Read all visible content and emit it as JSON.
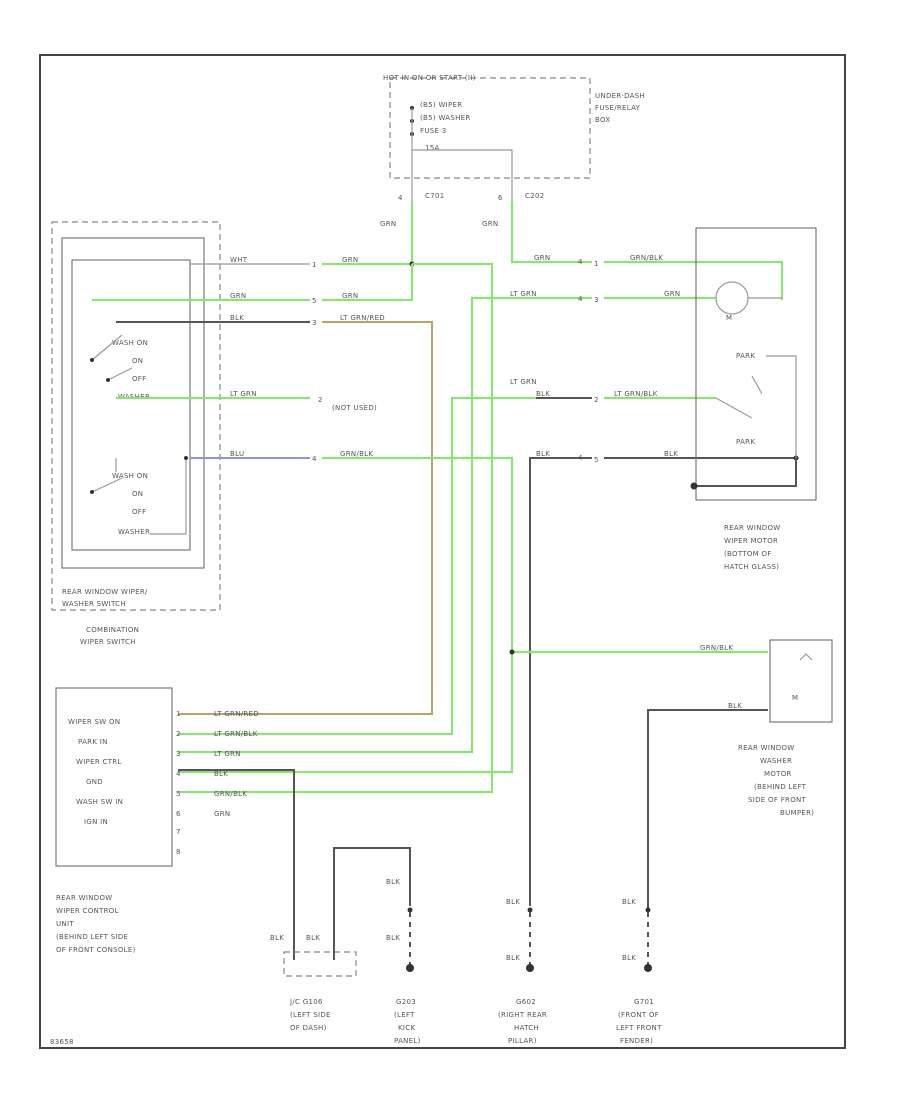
{
  "underhood_box": {
    "hot_label": "HOT IN ON OR START (II)",
    "fuse_lines": [
      "(B5) WIPER",
      "(B5) WASHER",
      "FUSE 3",
      "15A"
    ],
    "name_lines": [
      "UNDER-DASH",
      "FUSE/RELAY",
      "BOX"
    ],
    "conn_left": "C701",
    "conn_right": "C202",
    "pin_left": "4",
    "pin_right": "6"
  },
  "wire_labels": {
    "grn": "GRN",
    "wht": "WHT",
    "blk": "BLK",
    "lt_grn": "LT GRN",
    "lt_grn_red": "LT GRN/RED",
    "grn_blk": "GRN/BLK",
    "blu": "BLU",
    "lt_grn_blk": "LT GRN/BLK"
  },
  "switch": {
    "wash_on": "WASH ON",
    "on": "ON",
    "off": "OFF",
    "washer": "WASHER",
    "name_lines": [
      "REAR WINDOW WIPER/",
      "WASHER SWITCH"
    ],
    "combo_lines": [
      "COMBINATION",
      "WIPER SWITCH"
    ]
  },
  "not_used": "(NOT USED)",
  "motor": {
    "park1": "PARK",
    "park2": "PARK",
    "m": "M",
    "name_lines": [
      "REAR WINDOW",
      "WIPER MOTOR",
      "(BOTTOM OF",
      "HATCH GLASS)"
    ]
  },
  "washer_motor": {
    "m": "M",
    "name_lines": [
      "REAR WINDOW",
      "WASHER",
      "MOTOR",
      "(BEHIND LEFT",
      "SIDE OF FRONT",
      "BUMPER)"
    ]
  },
  "control_unit": {
    "terminals": [
      "WIPER SW ON",
      "PARK IN",
      "WIPER CTRL",
      "GND",
      "WASH SW IN",
      "IGN IN"
    ],
    "pins": [
      "1",
      "2",
      "3",
      "4",
      "5",
      "6",
      "7",
      "8"
    ],
    "name_lines": [
      "REAR WINDOW",
      "WIPER CONTROL",
      "UNIT",
      "(BEHIND LEFT SIDE",
      "OF FRONT CONSOLE)"
    ]
  },
  "grounds": {
    "g1_lines": [
      "J/C G106",
      "(LEFT SIDE",
      "OF DASH)"
    ],
    "g2_lines": [
      "G203",
      "(LEFT",
      "KICK",
      "PANEL)"
    ],
    "g3_lines": [
      "G602",
      "(RIGHT REAR",
      "HATCH",
      "PILLAR)"
    ],
    "g4_lines": [
      "G701",
      "(FRONT OF",
      "LEFT FRONT",
      "FENDER)"
    ]
  },
  "figure_id": "83658"
}
